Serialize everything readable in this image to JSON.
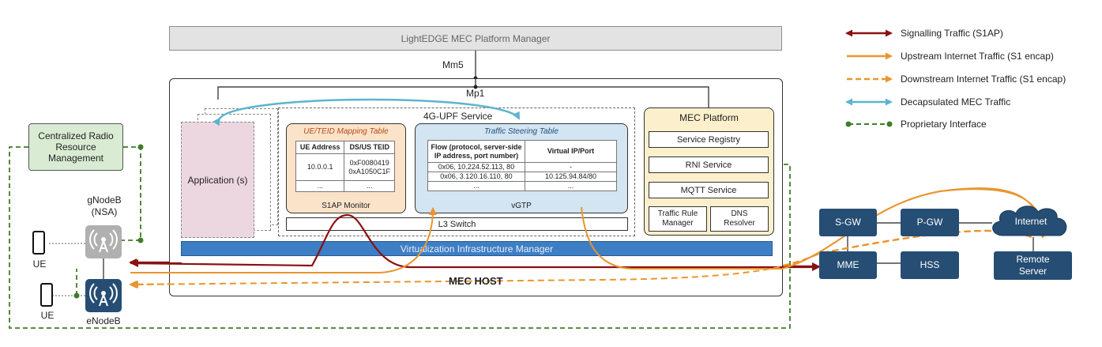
{
  "manager": {
    "label": "LightEDGE MEC Platform Manager"
  },
  "interfaces": {
    "mm5": "Mm5",
    "mp1": "Mp1"
  },
  "mec_host": {
    "label": "MEC HOST",
    "application": "Application (s)",
    "upf_service": "4G-UPF Service",
    "s1ap_monitor": {
      "table_title": "UE/TEID Mapping Table",
      "headers": [
        "UE Address",
        "DS/US TEID"
      ],
      "row1_ue": "10.0.0.1",
      "row1_teid_ds": "0xF0080419",
      "row1_teid_us": "0xA1050C1F",
      "row2_ue": "...",
      "row2_teid": "...",
      "label": "S1AP Monitor"
    },
    "vgtp": {
      "table_title": "Traffic Steering Table",
      "header_flow_line1": "Flow (protocol, server-side",
      "header_flow_line2": "IP address, port number)",
      "header_vip": "Virtual IP/Port",
      "rows": [
        {
          "flow": "0x06, 10.224.52.113, 80",
          "vip": "-"
        },
        {
          "flow": "0x06, 3.120.16.110, 80",
          "vip": "10.125.94.84/80"
        },
        {
          "flow": "...",
          "vip": "..."
        }
      ],
      "label": "vGTP"
    },
    "l3_switch": "L3 Switch",
    "vim": "Virtualization Infrastructure Manager",
    "mec_platform": {
      "title": "MEC Platform",
      "service_registry": "Service Registry",
      "rni_service": "RNI Service",
      "mqtt_service": "MQTT Service",
      "traffic_rule_line1": "Traffic Rule",
      "traffic_rule_line2": "Manager",
      "dns_line1": "DNS",
      "dns_line2": "Resolver"
    }
  },
  "ran": {
    "crrm_line1": "Centralized Radio",
    "crrm_line2": "Resource",
    "crrm_line3": "Management",
    "gnodeb_line1": "gNodeB",
    "gnodeb_line2": "(NSA)",
    "enodeb": "eNodeB",
    "ue_top": "UE",
    "ue_bottom": "UE"
  },
  "core": {
    "sgw": "S-GW",
    "pgw": "P-GW",
    "mme": "MME",
    "hss": "HSS",
    "internet": "Internet",
    "remote_line1": "Remote",
    "remote_line2": "Server"
  },
  "legend": {
    "signalling": "Signalling Traffic (S1AP)",
    "upstream": "Upstream Internet Traffic (S1 encap)",
    "downstream": "Downstream Internet Traffic (S1 encap)",
    "decap": "Decapsulated MEC Traffic",
    "proprietary": "Proprietary Interface"
  },
  "colors": {
    "signalling": "#8b1111",
    "upstream": "#e8962e",
    "downstream": "#e8962e",
    "decap": "#5db4cf",
    "proprietary": "#3f7d28",
    "vim": "#3e7ec4",
    "core_node": "#264d73"
  }
}
